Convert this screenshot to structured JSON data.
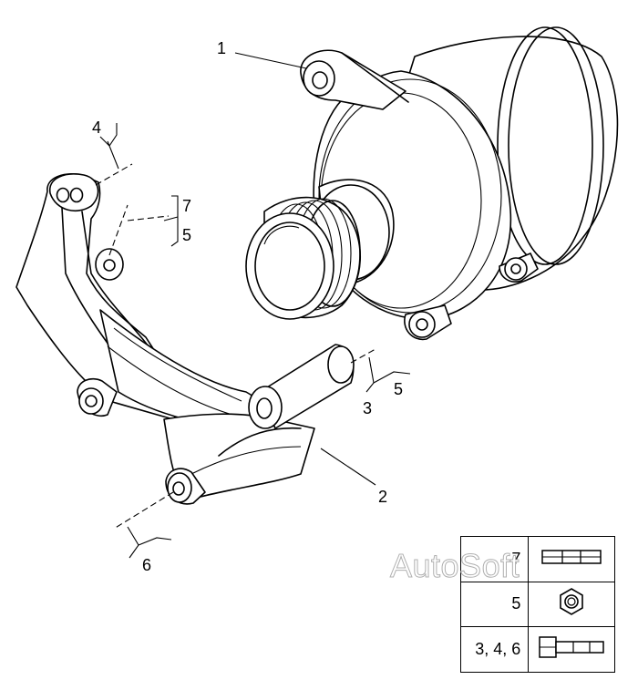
{
  "callouts": {
    "c1": "1",
    "c2": "2",
    "c3": "3",
    "c4": "4",
    "c5a": "5",
    "c5b": "5",
    "c6": "6",
    "c7": "7"
  },
  "legend": {
    "rows": [
      {
        "label": "7",
        "icon": "pin-icon"
      },
      {
        "label": "5",
        "icon": "nut-icon"
      },
      {
        "label": "3, 4, 6",
        "icon": "bolt-icon"
      }
    ]
  },
  "watermark": "AutoSoft"
}
